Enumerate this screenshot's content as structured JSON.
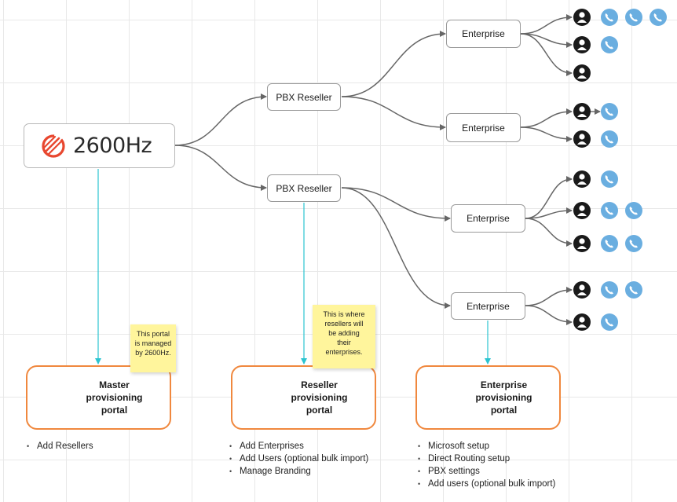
{
  "logo": {
    "text": "2600Hz"
  },
  "resellers": [
    {
      "label": "PBX Reseller"
    },
    {
      "label": "PBX Reseller"
    }
  ],
  "enterprises": [
    {
      "label": "Enterprise"
    },
    {
      "label": "Enterprise"
    },
    {
      "label": "Enterprise"
    },
    {
      "label": "Enterprise"
    }
  ],
  "portals": [
    {
      "title": "Master\nprovisioning\nportal",
      "items": [
        "Add Resellers"
      ]
    },
    {
      "title": "Reseller\nprovisioning\nportal",
      "items": [
        "Add Enterprises",
        "Add Users (optional bulk import)",
        "Manage Branding"
      ]
    },
    {
      "title": "Enterprise\nprovisioning\nportal",
      "items": [
        "Microsoft setup",
        "Direct Routing setup",
        "PBX settings",
        "Add users (optional bulk import)"
      ]
    }
  ],
  "notes": [
    {
      "text": "This portal\nis managed\nby 2600Hz."
    },
    {
      "text": "This is where\nresellers will\nbe adding\ntheir\nenterprises."
    }
  ],
  "users": [
    {
      "enterprise": 1,
      "phones": 3
    },
    {
      "enterprise": 1,
      "phones": 1
    },
    {
      "enterprise": 1,
      "phones": 0
    },
    {
      "enterprise": 2,
      "phones": 1
    },
    {
      "enterprise": 2,
      "phones": 1
    },
    {
      "enterprise": 3,
      "phones": 1
    },
    {
      "enterprise": 3,
      "phones": 2
    },
    {
      "enterprise": 3,
      "phones": 2
    },
    {
      "enterprise": 4,
      "phones": 2
    },
    {
      "enterprise": 4,
      "phones": 1
    }
  ],
  "colors": {
    "connector": "#666666",
    "portal_link": "#2bc4d0",
    "portal_border": "#f0883e",
    "logo_accent": "#e8472f",
    "phone": "#6aaee0",
    "user": "#1a1a1a",
    "sticky": "#fff59c"
  },
  "icons": [
    "logo-icon",
    "user-icon",
    "phone-icon"
  ]
}
